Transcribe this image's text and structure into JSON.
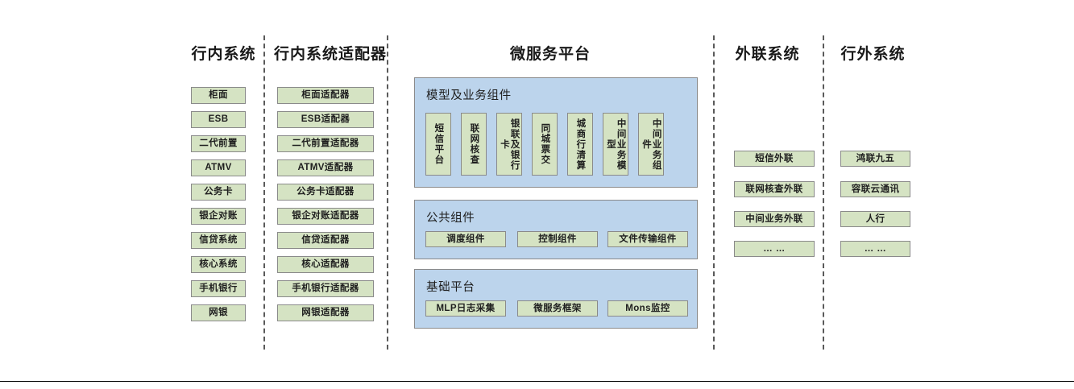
{
  "diagram": {
    "type": "architecture-layered-diagram",
    "background_color": "#ffffff",
    "node_fill": "#d5e3c3",
    "node_border": "#8a8a8a",
    "panel_fill": "#bcd4ec",
    "panel_border": "#8a8a8a",
    "divider_color": "#5a5a5a"
  },
  "columns": {
    "internal_systems": {
      "title": "行内系统",
      "items": [
        "柜面",
        "ESB",
        "二代前置",
        "ATMV",
        "公务卡",
        "银企对账",
        "信贷系统",
        "核心系统",
        "手机银行",
        "网银"
      ]
    },
    "internal_adapters": {
      "title": "行内系统适配器",
      "items": [
        "柜面适配器",
        "ESB适配器",
        "二代前置适配器",
        "ATMV适配器",
        "公务卡适配器",
        "银企对账适配器",
        "信贷适配器",
        "核心适配器",
        "手机银行适配器",
        "网银适配器"
      ]
    },
    "microservice_platform": {
      "title": "微服务平台",
      "panels": [
        {
          "title": "模型及业务组件",
          "orientation": "vertical",
          "items": [
            "短信平台",
            "联网核查",
            "银联及银行卡",
            "同城票交",
            "城商行清算",
            "中间业务模型",
            "中间业务组件"
          ]
        },
        {
          "title": "公共组件",
          "orientation": "horizontal",
          "items": [
            "调度组件",
            "控制组件",
            "文件传输组件"
          ]
        },
        {
          "title": "基础平台",
          "orientation": "horizontal",
          "items": [
            "MLP日志采集",
            "微服务框架",
            "Mons监控"
          ]
        }
      ]
    },
    "external_link_systems": {
      "title": "外联系统",
      "items": [
        "短信外联",
        "联网核查外联",
        "中间业务外联",
        "… …"
      ]
    },
    "outside_bank_systems": {
      "title": "行外系统",
      "items": [
        "鸿联九五",
        "容联云通讯",
        "人行",
        "… …"
      ]
    }
  }
}
